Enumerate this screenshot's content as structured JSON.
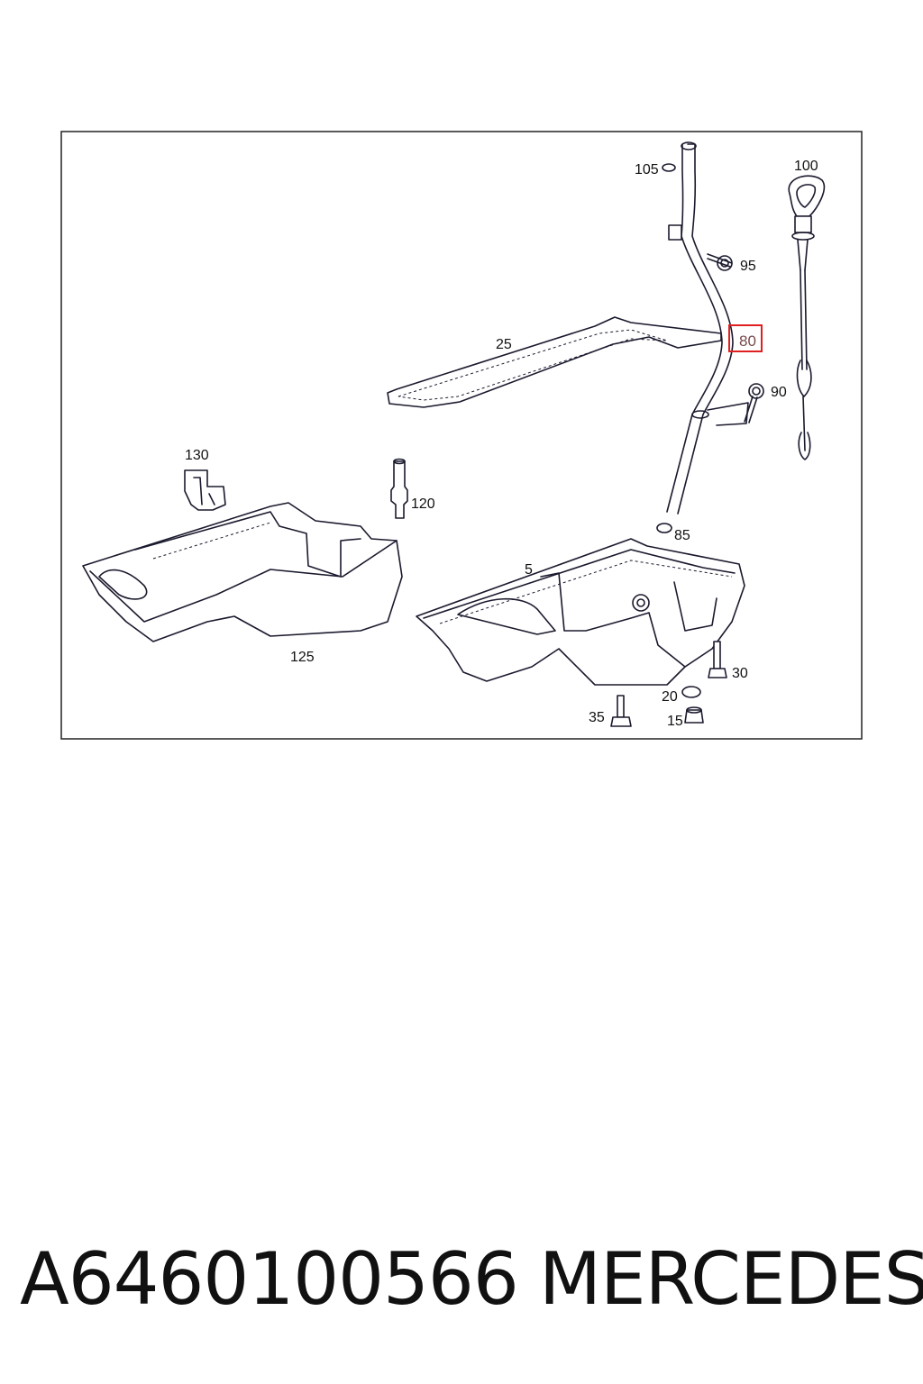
{
  "diagram": {
    "callouts": {
      "c105": "105",
      "c100": "100",
      "c95": "95",
      "c25": "25",
      "c80": "80",
      "c90": "90",
      "c130": "130",
      "c120": "120",
      "c85": "85",
      "c5": "5",
      "c125": "125",
      "c30": "30",
      "c20": "20",
      "c35": "35",
      "c15": "15"
    },
    "highlighted_callout": "80",
    "highlight_color": "#e02020"
  },
  "caption": {
    "part_number": "A6460100566",
    "brand": "MERCEDES"
  }
}
